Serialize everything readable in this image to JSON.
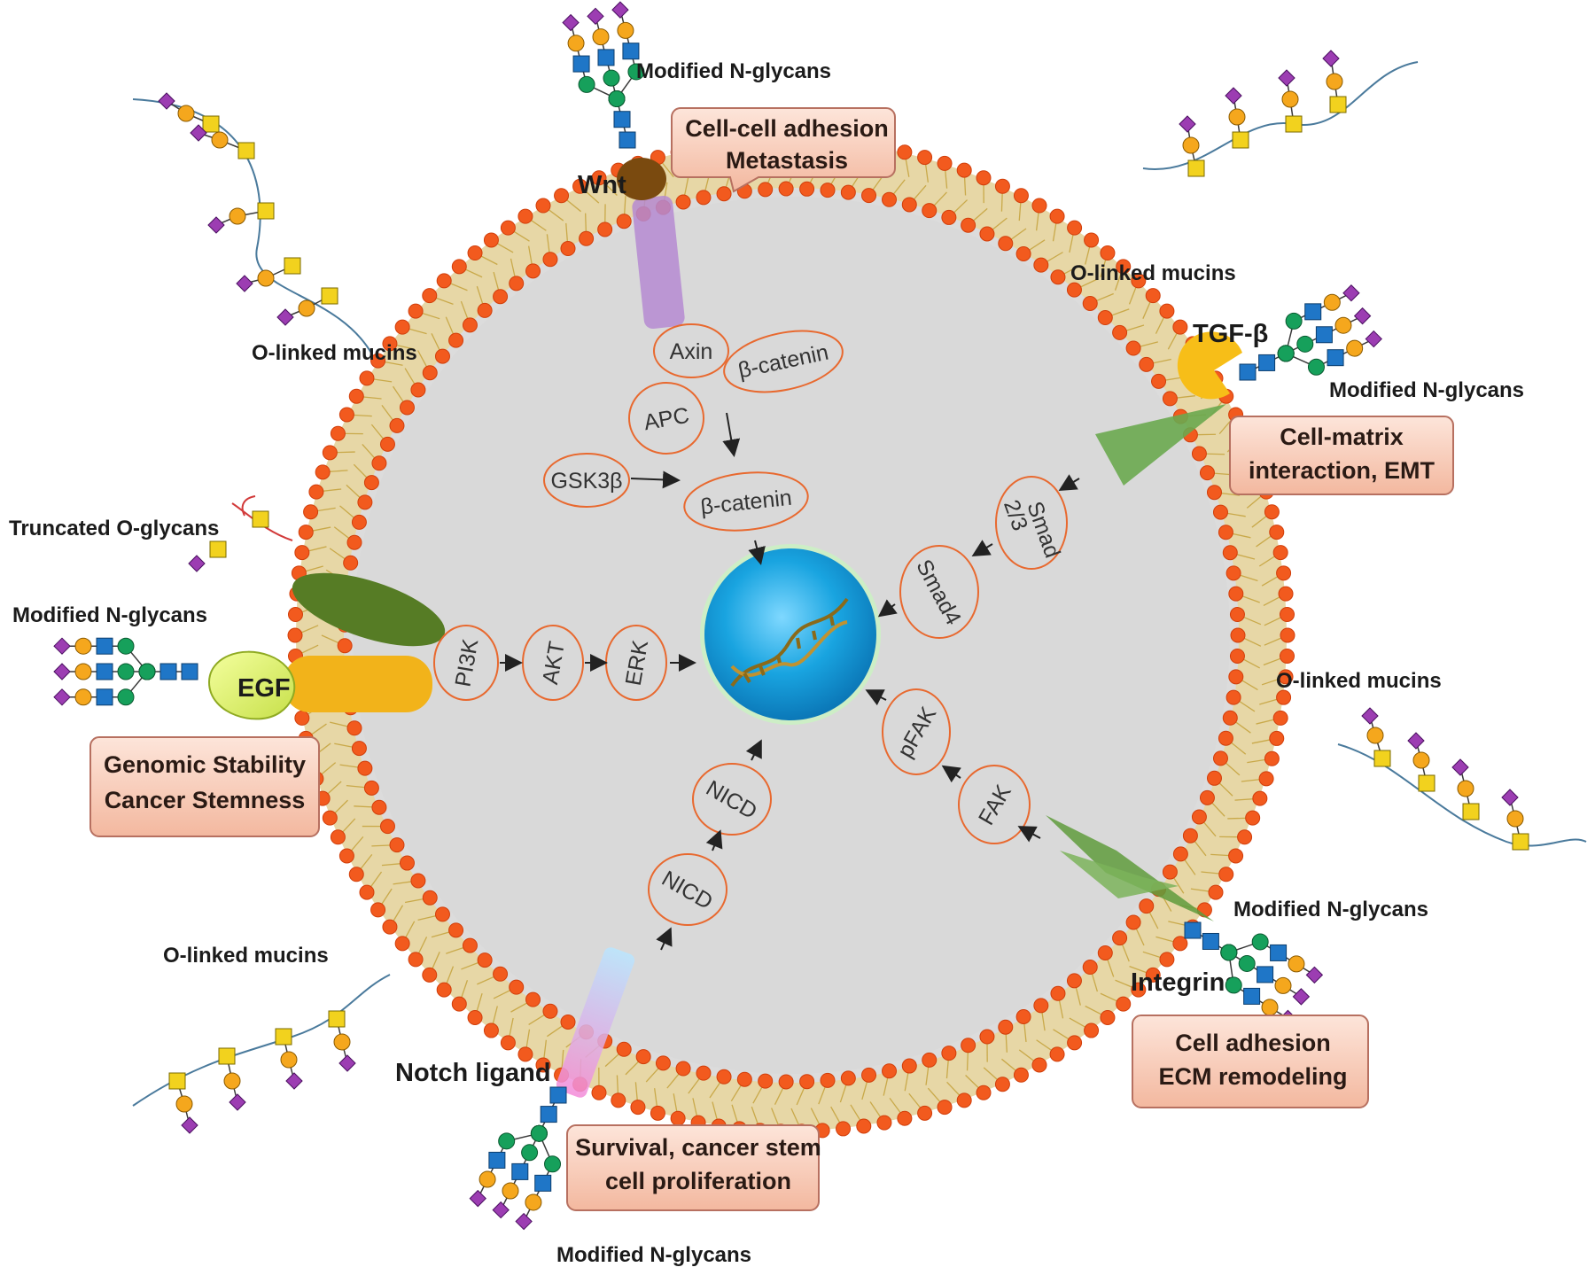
{
  "receptors": {
    "wnt": "Wnt",
    "tgfb": "TGF-β",
    "egf": "EGF",
    "notch": "Notch ligand",
    "integrins": "Integrins"
  },
  "labels": {
    "n_glycans_top": "Modified N-glycans",
    "n_glycans_tgfb": "Modified N-glycans",
    "n_glycans_left": "Modified N-glycans",
    "n_glycans_integrin": "Modified N-glycans",
    "n_glycans_bottom": "Modified N-glycans",
    "mucins_top_left": "O-linked mucins",
    "mucins_top_right": "O-linked mucins",
    "mucins_right": "O-linked mucins",
    "mucins_bottom_left": "O-linked mucins",
    "truncated": "Truncated O-glycans"
  },
  "boxes": {
    "wnt": [
      "Cell-cell adhesion",
      "Metastasis"
    ],
    "tgfb": [
      "Cell-matrix",
      "interaction, EMT"
    ],
    "egf": [
      "Genomic Stability",
      "Cancer Stemness"
    ],
    "notch": [
      "Survival, cancer stem",
      "cell proliferation"
    ],
    "integrins": [
      "Cell adhesion",
      "ECM remodeling"
    ]
  },
  "nodes": {
    "axin": "Axin",
    "bcat1": "β-catenin",
    "apc": "APC",
    "gsk": "GSK3β",
    "bcat2": "β-catenin",
    "smad23_a": "Smad",
    "smad23_b": "2/3",
    "smad4": "Smad4",
    "pi3k": "PI3K",
    "akt": "AKT",
    "erk": "ERK",
    "nicd1": "NICD",
    "nicd2": "NICD",
    "pfak": "pFAK",
    "fak": "FAK"
  },
  "colors": {
    "cytoplasm": "#d9d9d9",
    "lipid_head": "#f25a1e",
    "lipid_tail": "#c9a94a",
    "nucleus": "#19a4e0",
    "node_stroke": "#e8692f",
    "box_fill": "#f9d2c2",
    "box_stroke": "#b77060",
    "galnac": "#f2d21e",
    "gal": "#f5a71d",
    "glcnac": "#1f76c7",
    "man": "#16a05b",
    "sia": "#9c3db2"
  }
}
